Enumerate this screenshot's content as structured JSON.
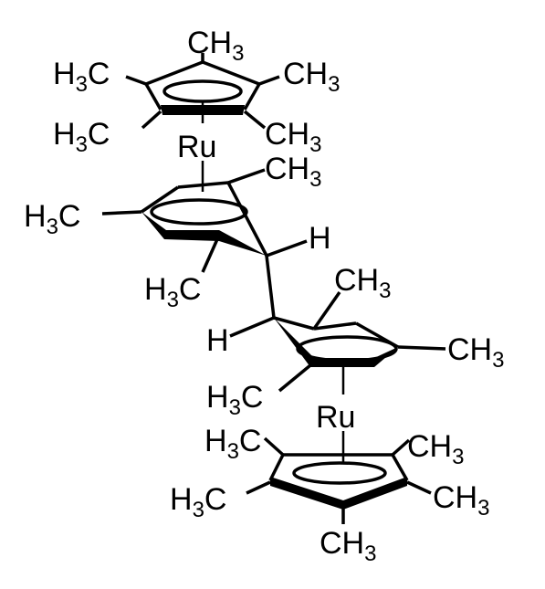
{
  "molecule": {
    "ru_top": "Ru",
    "ru_bottom": "Ru",
    "h_upper": "H",
    "h_lower": "H",
    "methyl_left": {
      "main": "H",
      "sub": "3",
      "tail": "C"
    },
    "methyl_right": {
      "main": "CH",
      "sub": "3"
    }
  }
}
